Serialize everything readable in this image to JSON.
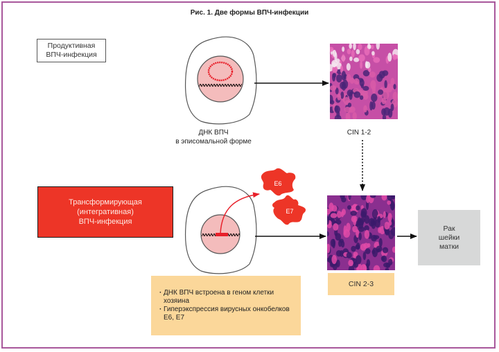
{
  "title": "Рис. 1. Две формы ВПЧ-инфекции",
  "productive_infection": {
    "line1": "Продуктивная",
    "line2": "ВПЧ-инфекция"
  },
  "transforming_infection": {
    "line1": "Трансформирующая",
    "line2": "(интегративная)",
    "line3": "ВПЧ-инфекция"
  },
  "episomal_caption": {
    "line1": "ДНК ВПЧ",
    "line2": "в эписомальной форме"
  },
  "oncoproteins": {
    "e6": "E6",
    "e7": "E7"
  },
  "stages": {
    "cin12": "CIN 1-2",
    "cin23": "CIN 2-3"
  },
  "cancer": {
    "line1": "Рак",
    "line2": "шейки",
    "line3": "матки"
  },
  "info_list": [
    "ДНК ВПЧ встроена в геном клетки хозяина",
    "Гиперэкспрессия вирусных онкобелков E6, E7"
  ],
  "colors": {
    "frame": "#a8579b",
    "red_box": "#ed3527",
    "peach_box": "#fbd79a",
    "grey_box": "#d7d8d8",
    "nucleus": "#f4bcbc",
    "dna_red": "#e8202a"
  }
}
